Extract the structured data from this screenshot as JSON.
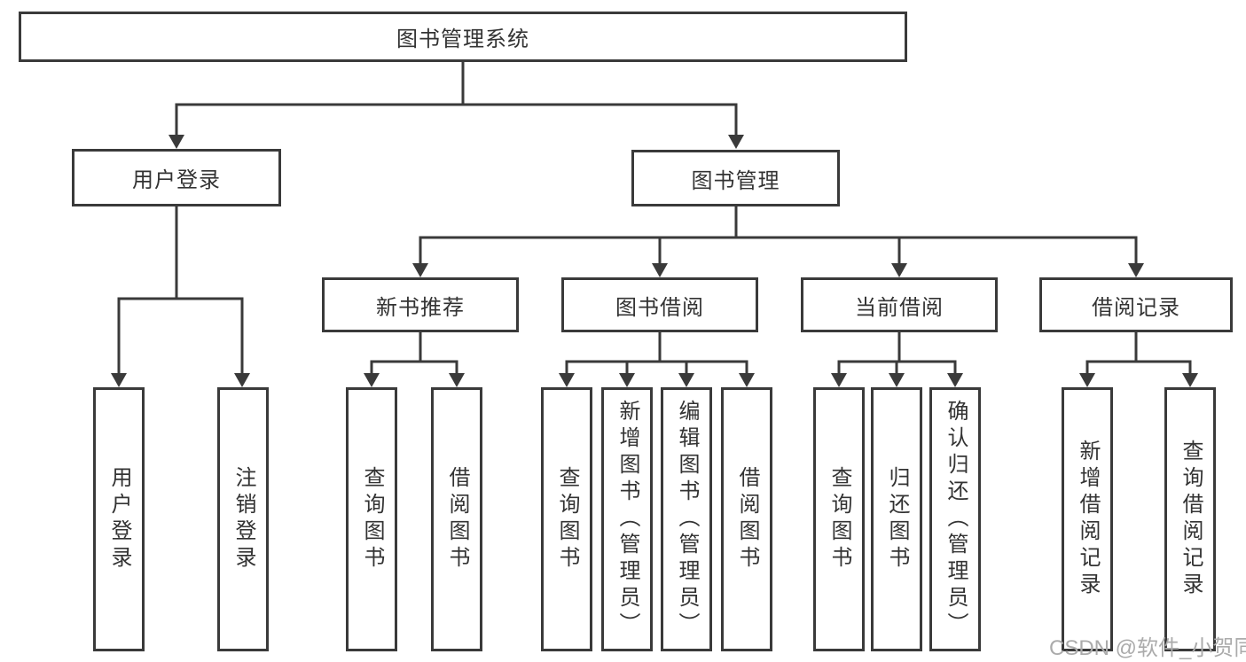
{
  "diagram": {
    "root": "图书管理系统",
    "user_login": {
      "label": "用户登录",
      "children": [
        "用户登录",
        "注销登录"
      ]
    },
    "book_management": {
      "label": "图书管理",
      "sections": [
        {
          "label": "新书推荐",
          "children": [
            "查询图书",
            "借阅图书"
          ]
        },
        {
          "label": "图书借阅",
          "children": [
            "查询图书",
            "新增图书（管理员）",
            "编辑图书（管理员）",
            "借阅图书"
          ]
        },
        {
          "label": "当前借阅",
          "children": [
            "查询图书",
            "归还图书",
            "确认归还（管理员）"
          ]
        },
        {
          "label": "借阅记录",
          "children": [
            "新增借阅记录",
            "查询借阅记录"
          ]
        }
      ]
    }
  },
  "watermark": "CSDN @软件_小贺同学",
  "colors": {
    "line": "#3a3a3a",
    "text": "#333333",
    "watermark": "#ababab",
    "background": "#ffffff"
  }
}
